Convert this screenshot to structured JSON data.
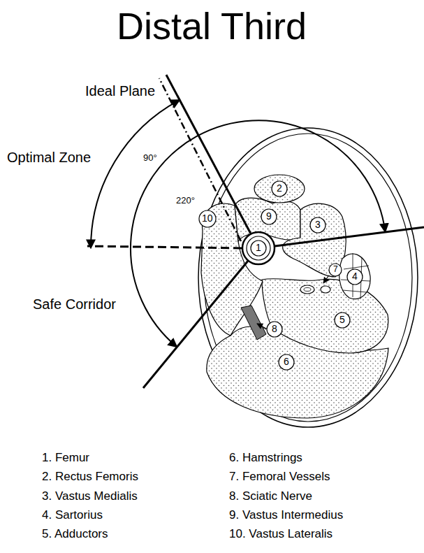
{
  "diagram": {
    "title": "Distal Third",
    "labels": [
      "Ideal Plane",
      "90°",
      "Optimal Zone",
      "220°",
      "2",
      "10",
      "9",
      "3",
      "1",
      "Safe Corridor",
      "7",
      "4",
      "8",
      "5",
      "6",
      "1. Femur",
      "2. Rectus Femoris",
      "3. Vastus Medialis",
      "4. Sartorius",
      "5. Adductors",
      "6. Hamstrings",
      "7. Femoral Vessels",
      "8. Sciatic Nerve",
      "9. Vastus Intermedius",
      "10. Vastus Lateralis"
    ]
  }
}
